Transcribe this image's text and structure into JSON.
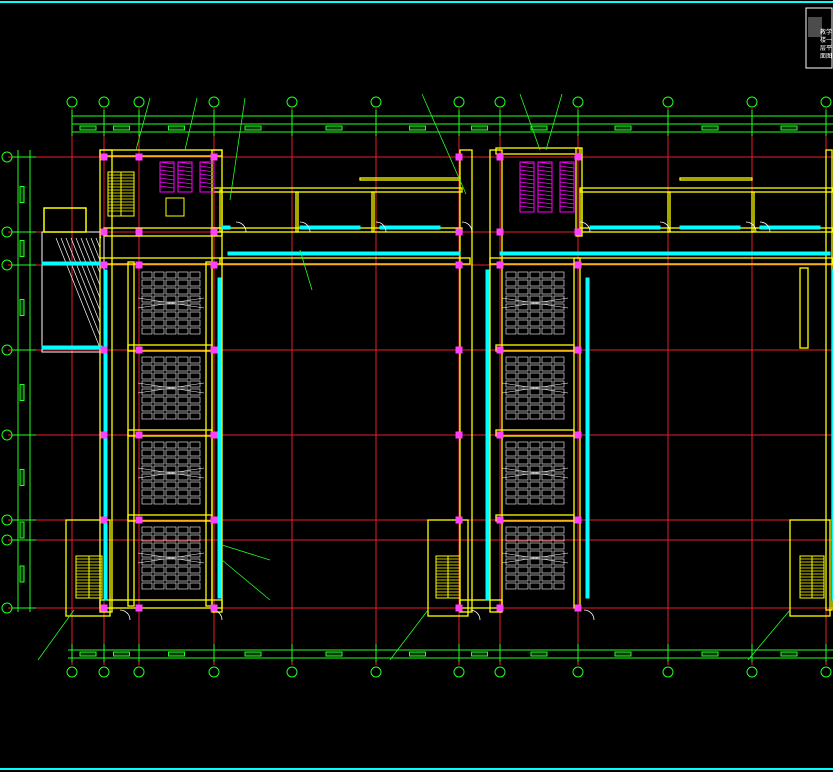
{
  "drawing": {
    "background": "#000000",
    "colors": {
      "axis": "#e8202a",
      "wall": "#ffff00",
      "dim": "#22ff22",
      "window": "#00ffff",
      "door": "#ffffff",
      "stair": "#ff00ff",
      "column": "#ff40ff",
      "bubble": "#22ff22",
      "frame": "#00ffff"
    },
    "title_block_lines": [
      "教学",
      "楼一",
      "层平",
      "面图"
    ]
  }
}
